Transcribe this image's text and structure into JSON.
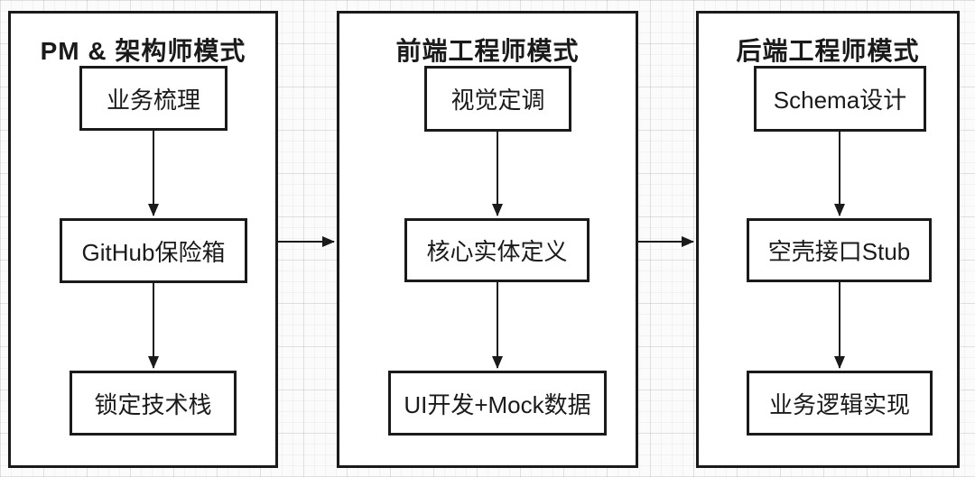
{
  "diagram": {
    "columns": [
      {
        "title": "PM & 架构师模式",
        "nodes": [
          {
            "label": "业务梳理"
          },
          {
            "label": "GitHub保险箱"
          },
          {
            "label": "锁定技术栈"
          }
        ]
      },
      {
        "title": "前端工程师模式",
        "nodes": [
          {
            "label": "视觉定调"
          },
          {
            "label": "核心实体定义"
          },
          {
            "label": "UI开发+Mock数据"
          }
        ]
      },
      {
        "title": "后端工程师模式",
        "nodes": [
          {
            "label": "Schema设计"
          },
          {
            "label": "空壳接口Stub"
          },
          {
            "label": "业务逻辑实现"
          }
        ]
      }
    ],
    "flow": [
      "业务梳理 -> GitHub保险箱 -> 锁定技术栈",
      "视觉定调 -> 核心实体定义 -> UI开发+Mock数据",
      "Schema设计 -> 空壳接口Stub -> 业务逻辑实现",
      "PM & 架构师模式 -> 前端工程师模式 -> 后端工程师模式"
    ],
    "colors": {
      "stroke": "#1a1a1a",
      "node_fill": "#ffffff",
      "background": "#fbfbfb",
      "grid_minor": "#f2f2f2",
      "grid_major": "#e6e6e6"
    }
  }
}
